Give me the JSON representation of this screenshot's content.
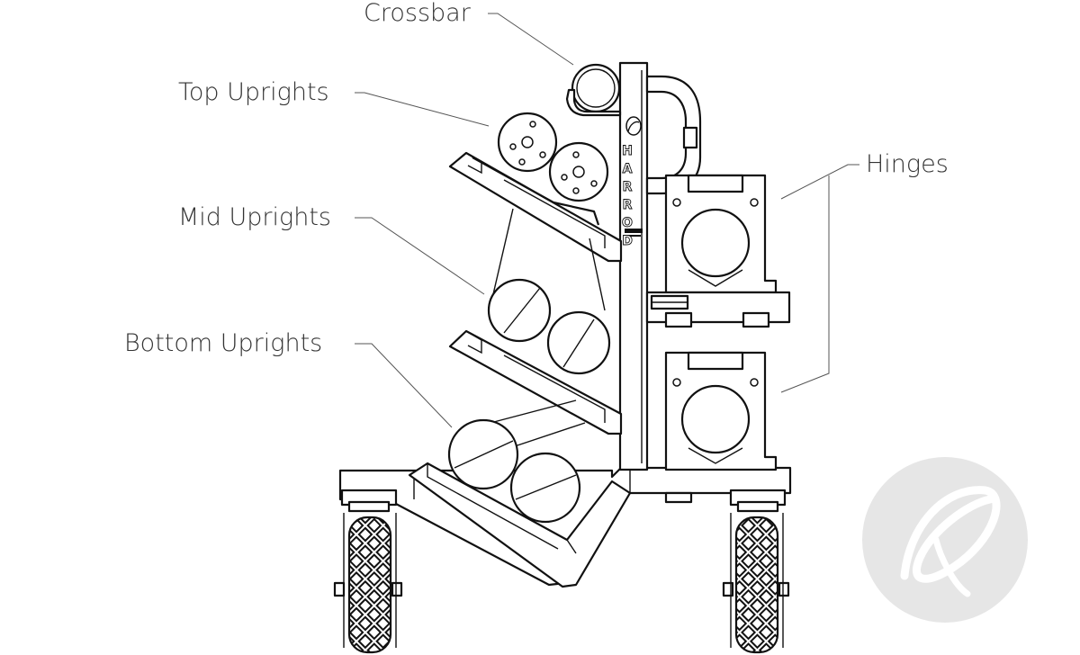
{
  "labels": {
    "crossbar": "Crossbar",
    "top_uprights": "Top Uprights",
    "mid_uprights": "Mid Uprights",
    "bottom_uprights": "Bottom Uprights",
    "hinges": "Hinges"
  },
  "brand_vertical": "HARROD",
  "watermark_logo": "harrod-logo",
  "colors": {
    "line": "#111111",
    "label_text": "#333333",
    "watermark": "#e6e6e6"
  }
}
